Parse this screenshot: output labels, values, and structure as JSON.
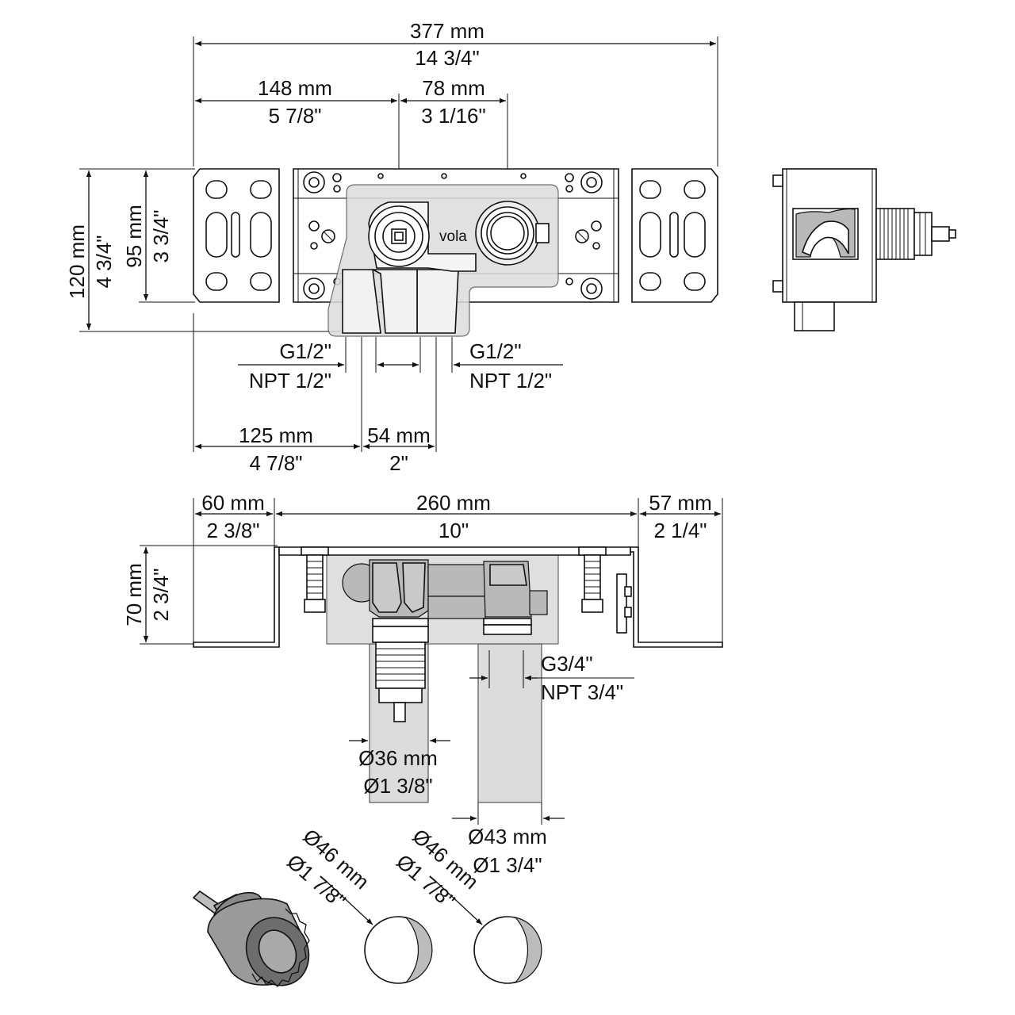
{
  "front_view": {
    "overall_width": {
      "mm": "377 mm",
      "inch": "14 3/4\""
    },
    "left_offset": {
      "mm": "148 mm",
      "inch": "5 7/8\""
    },
    "outlet_spacing": {
      "mm": "78 mm",
      "inch": "3 1/16\""
    },
    "overall_height": {
      "mm": "120 mm",
      "inch": "4 3/4\""
    },
    "plate_height": {
      "mm": "95 mm",
      "inch": "3 3/4\""
    },
    "inlet_left": {
      "thread": "G1/2\"",
      "npt": "NPT 1/2\""
    },
    "inlet_right": {
      "thread": "G1/2\"",
      "npt": "NPT 1/2\""
    },
    "inlet_offset": {
      "mm": "125 mm",
      "inch": "4 7/8\""
    },
    "inlet_spacing": {
      "mm": "54 mm",
      "inch": "2\""
    },
    "brand_logo": "vola"
  },
  "top_view": {
    "left_bracket": {
      "mm": "60 mm",
      "inch": "2 3/8\""
    },
    "body_width": {
      "mm": "260 mm",
      "inch": "10\""
    },
    "right_bracket": {
      "mm": "57 mm",
      "inch": "2 1/4\""
    },
    "depth": {
      "mm": "70 mm",
      "inch": "2 3/4\""
    },
    "outlet_thread": {
      "thread": "G3/4\"",
      "npt": "NPT 3/4\""
    },
    "spindle_diameter": {
      "mm": "Ø36 mm",
      "inch": "Ø1 3/8\""
    },
    "sleeve_diameter": {
      "mm": "Ø43 mm",
      "inch": "Ø1 3/4\""
    }
  },
  "hole_cutouts": {
    "hole_a": {
      "mm": "Ø46 mm",
      "inch": "Ø1 7/8\""
    },
    "hole_b": {
      "mm": "Ø46 mm",
      "inch": "Ø1 7/8\""
    }
  }
}
